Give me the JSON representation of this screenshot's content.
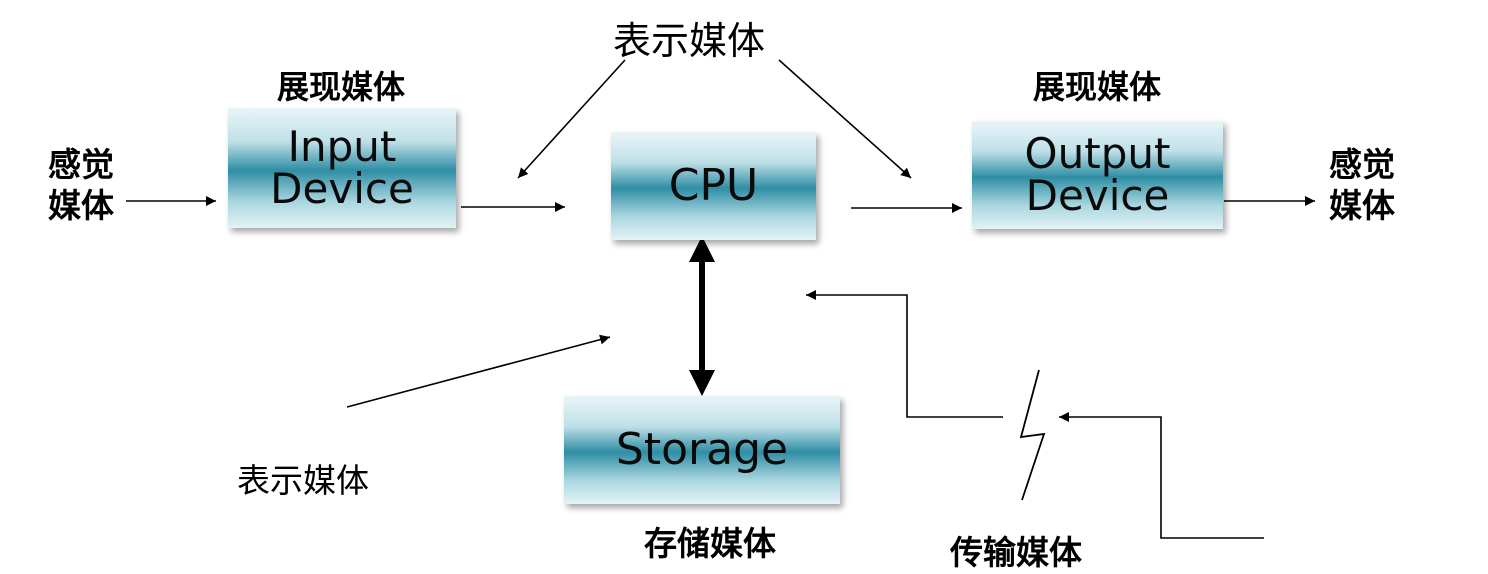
{
  "boxes": {
    "input": "Input\nDevice",
    "cpu": "CPU",
    "output": "Output\nDevice",
    "storage": "Storage"
  },
  "labels": {
    "representation_top": "表示媒体",
    "presentation_left": "展现媒体",
    "presentation_right": "展现媒体",
    "perception_left": "感觉\n媒体",
    "perception_right": "感觉\n媒体",
    "representation_bottom": "表示媒体",
    "storage_medium": "存储媒体",
    "transmission_medium": "传输媒体"
  }
}
